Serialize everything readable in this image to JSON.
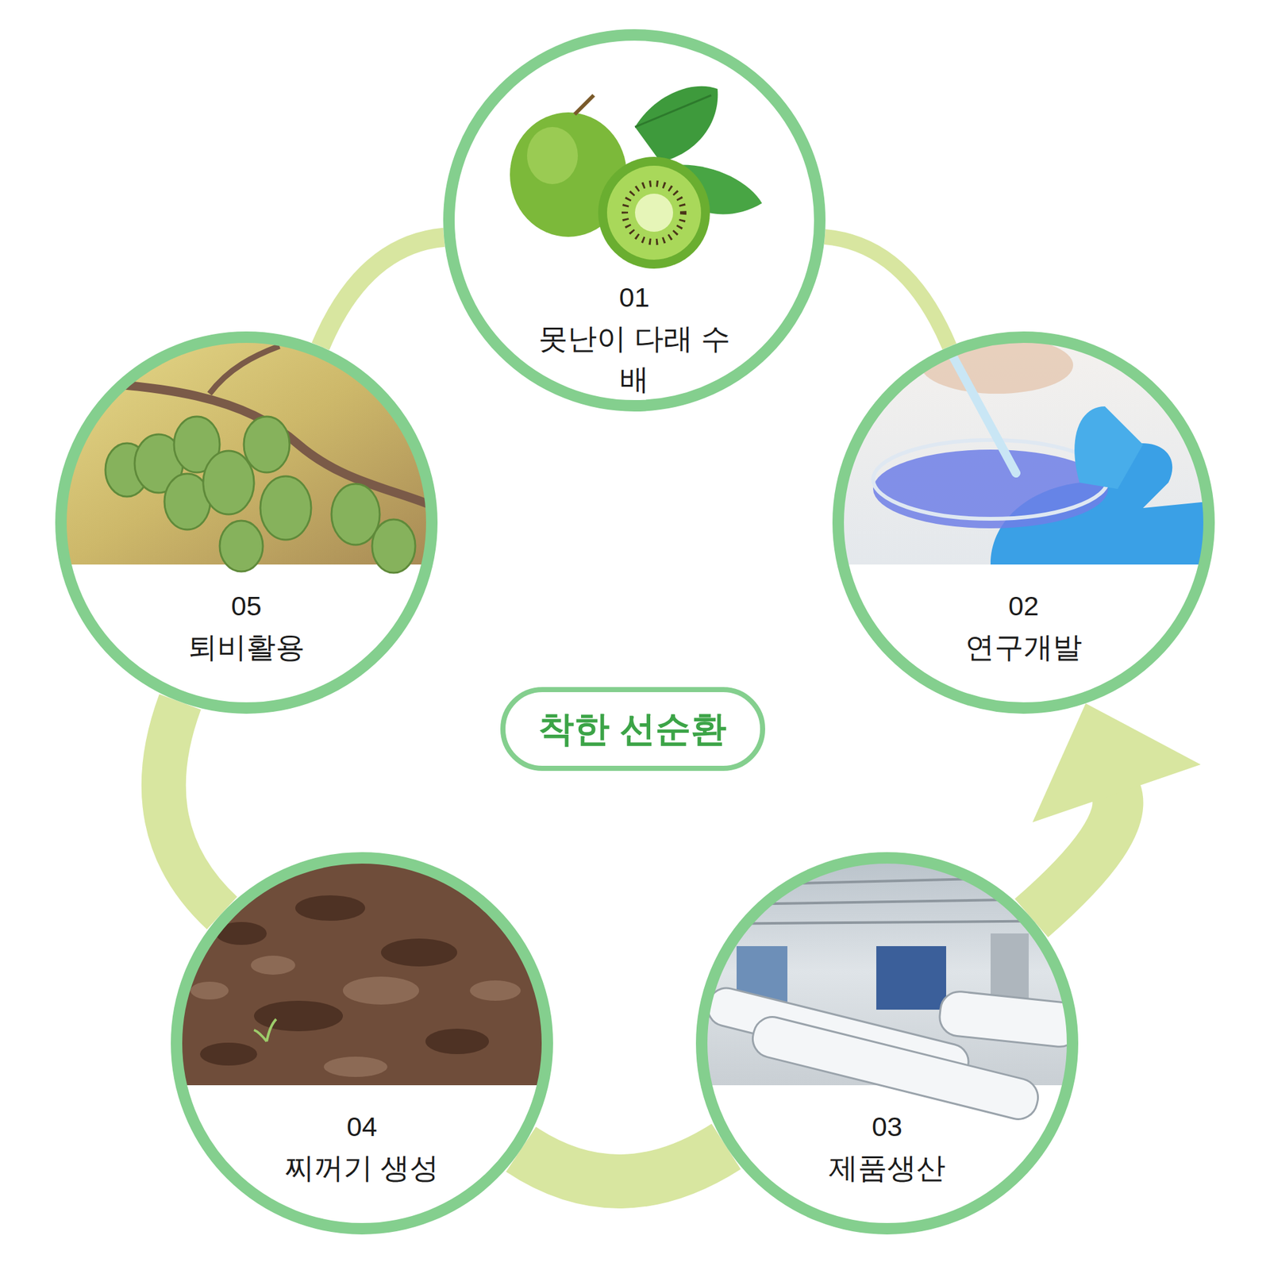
{
  "diagram": {
    "nodes": [
      {
        "text": [
          "01",
          "못난이 다래 수배"
        ]
      },
      {
        "text": [
          "02",
          "연구개발"
        ]
      },
      {
        "text": [
          "03",
          "제품생산"
        ]
      },
      {
        "text": [
          "04",
          "찌꺼기 생성"
        ]
      },
      {
        "text": [
          "05",
          "퇴비활용"
        ]
      },
      {
        "text": [
          "착한 선순환"
        ]
      }
    ],
    "edges": [
      {
        "from": 0,
        "to": 1,
        "arrow": "none"
      },
      {
        "from": 2,
        "to": 1,
        "arrow": "to"
      },
      {
        "from": 2,
        "to": 3,
        "arrow": "none"
      },
      {
        "from": 3,
        "to": 4,
        "arrow": "none"
      },
      {
        "from": 4,
        "to": 0,
        "arrow": "none"
      }
    ]
  }
}
